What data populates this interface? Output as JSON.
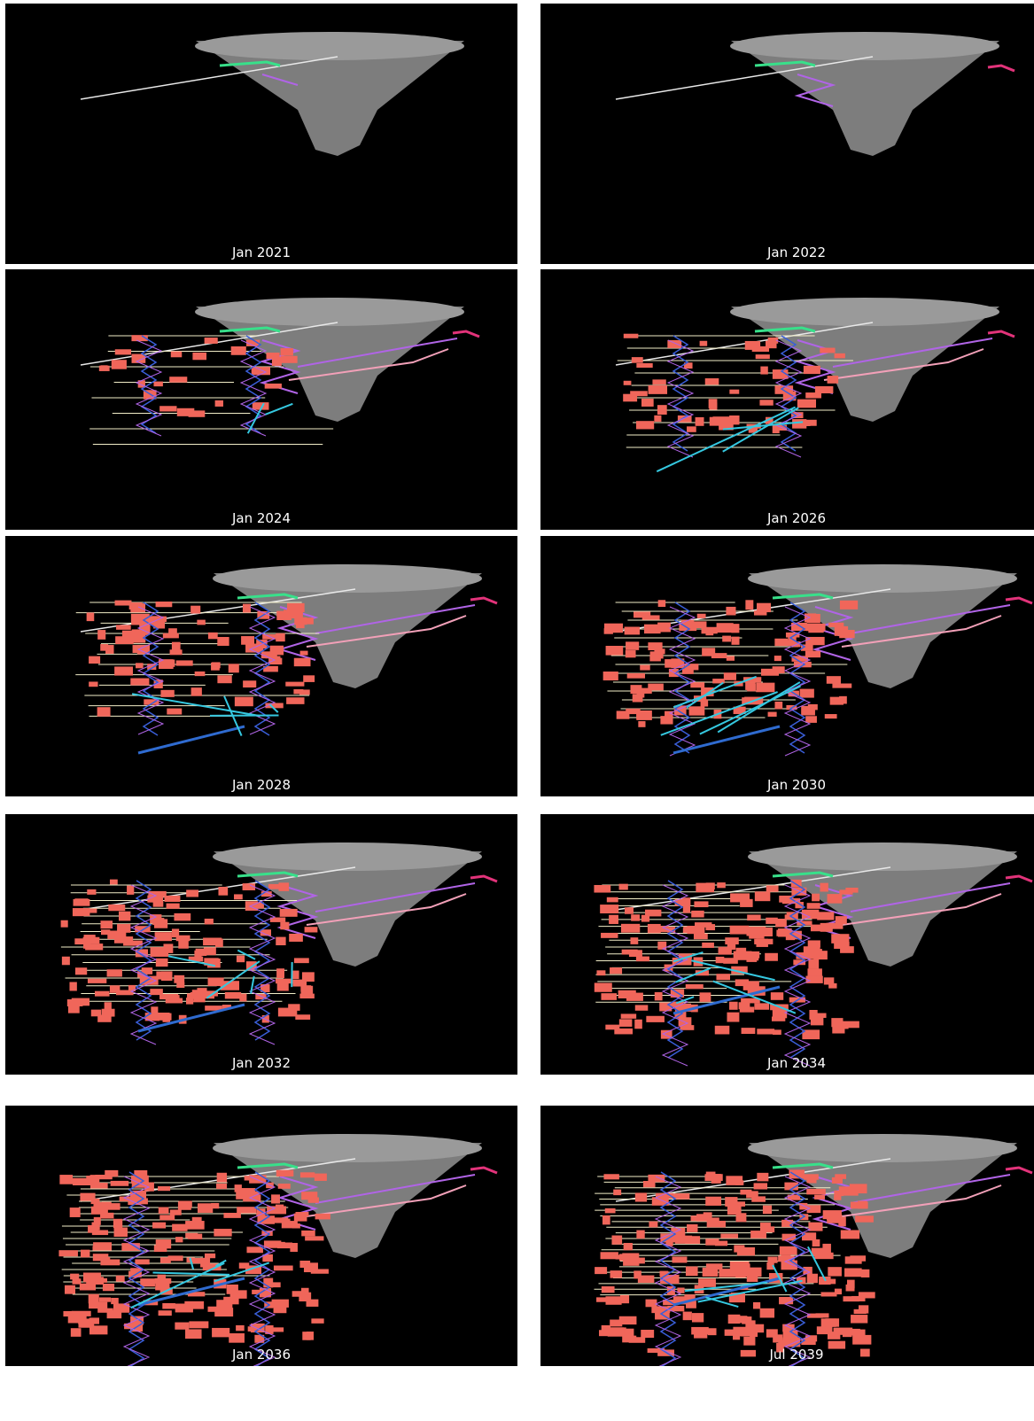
{
  "panels": [
    {
      "label": "Jan 2021",
      "stage": 0
    },
    {
      "label": "Jan 2022",
      "stage": 1
    },
    {
      "label": "Jan 2024",
      "stage": 2
    },
    {
      "label": "Jan 2026",
      "stage": 3
    },
    {
      "label": "Jan 2028",
      "stage": 4
    },
    {
      "label": "Jan 2030",
      "stage": 5
    },
    {
      "label": "Jan 2032",
      "stage": 6
    },
    {
      "label": "Jan 2034",
      "stage": 7
    },
    {
      "label": "Jan 2036",
      "stage": 8
    },
    {
      "label": "Jul 2039",
      "stage": 9
    }
  ],
  "colors": {
    "background": "#000000",
    "pit": "#7d7d7d",
    "pit_rim": "#9a9a9a",
    "stopes": "#f0665a",
    "drives": "#f2eec8",
    "decline": "#b064e6",
    "ramp_blue": "#3a5ed8",
    "shaft_blue": "#2f6bd0",
    "portal": "#e8e8e8",
    "ventilation": "#38e08a",
    "haul_pink": "#f2a0b8",
    "cyan": "#35c8e0"
  }
}
